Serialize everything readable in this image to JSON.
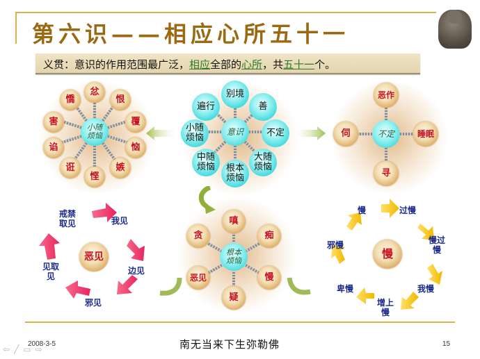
{
  "header": {
    "title": "第六识——相应心所五十一"
  },
  "banner": {
    "prefix": "义贯：意识的作用范围最广泛，",
    "link1": "相应",
    "mid1": "全部的",
    "link2": "心所",
    "mid2": "，共",
    "link3": "五十一",
    "suffix": "个。"
  },
  "center_diagram": {
    "hub": "意识",
    "nodes": [
      "别境",
      "善",
      "不定",
      "大随烦恼",
      "根本烦恼",
      "中随烦恼",
      "小随烦恼",
      "遍行"
    ]
  },
  "minor_diagram": {
    "hub": "小随烦恼",
    "nodes": [
      "忿",
      "恨",
      "覆",
      "恼",
      "嫉",
      "悭",
      "诳",
      "谄",
      "害",
      "憍"
    ]
  },
  "indeterminate_diagram": {
    "hub": "不定",
    "nodes": [
      "恶作",
      "睡眠",
      "寻",
      "伺"
    ]
  },
  "root_diagram": {
    "hub": "根本烦恼",
    "nodes": [
      "嗔",
      "痴",
      "慢",
      "疑",
      "恶见",
      "贪"
    ]
  },
  "wrong_views_cycle": {
    "center": "恶见",
    "labels": [
      "我见",
      "边见",
      "邪见",
      "见取见",
      "戒禁取见"
    ]
  },
  "pride_cycle": {
    "center": "慢",
    "labels": [
      "慢",
      "过慢",
      "慢过慢",
      "我慢",
      "增上慢",
      "卑慢",
      "邪慢"
    ]
  },
  "footer": {
    "date": "2008-3-5",
    "center_text": "南无当来下生弥勒佛",
    "page_number": "15"
  },
  "nav": {
    "prev": "⇦",
    "pen": "╱",
    "menu": "▭",
    "next": "⇨"
  },
  "colors": {
    "title": "#9a6a12",
    "rule": "#d9b04a",
    "red_text": "#c8101c",
    "blue_text": "#1b2a8c",
    "link_green": "#2c7a2c",
    "pink_arrow": "#f0477a",
    "yellow_arrow": "#f5c400",
    "green_arrow": "#8fae3a"
  }
}
